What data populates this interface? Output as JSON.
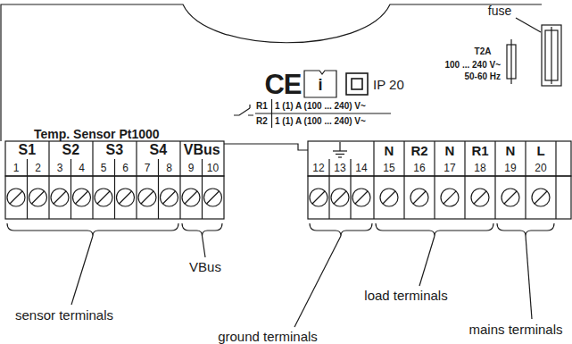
{
  "diagram": {
    "labels": [
      "fuse",
      "CE",
      "i",
      "IP 20",
      "T2A",
      "100 ... 240 V~",
      "50-60 Hz",
      "R1",
      "1 (1) A (100 ... 240) V~",
      "R2",
      "1 (1) A (100 ... 240) V~",
      "Temp. Sensor Pt1000",
      "S1",
      "S2",
      "S3",
      "S4",
      "VBus",
      "N",
      "R2",
      "N",
      "R1",
      "N",
      "L",
      "1",
      "2",
      "3",
      "4",
      "5",
      "6",
      "7",
      "8",
      "9",
      "10",
      "12",
      "13",
      "14",
      "15",
      "16",
      "17",
      "18",
      "19",
      "20",
      "sensor terminals",
      "VBus",
      "ground terminals",
      "load terminals",
      "mains terminals"
    ]
  }
}
